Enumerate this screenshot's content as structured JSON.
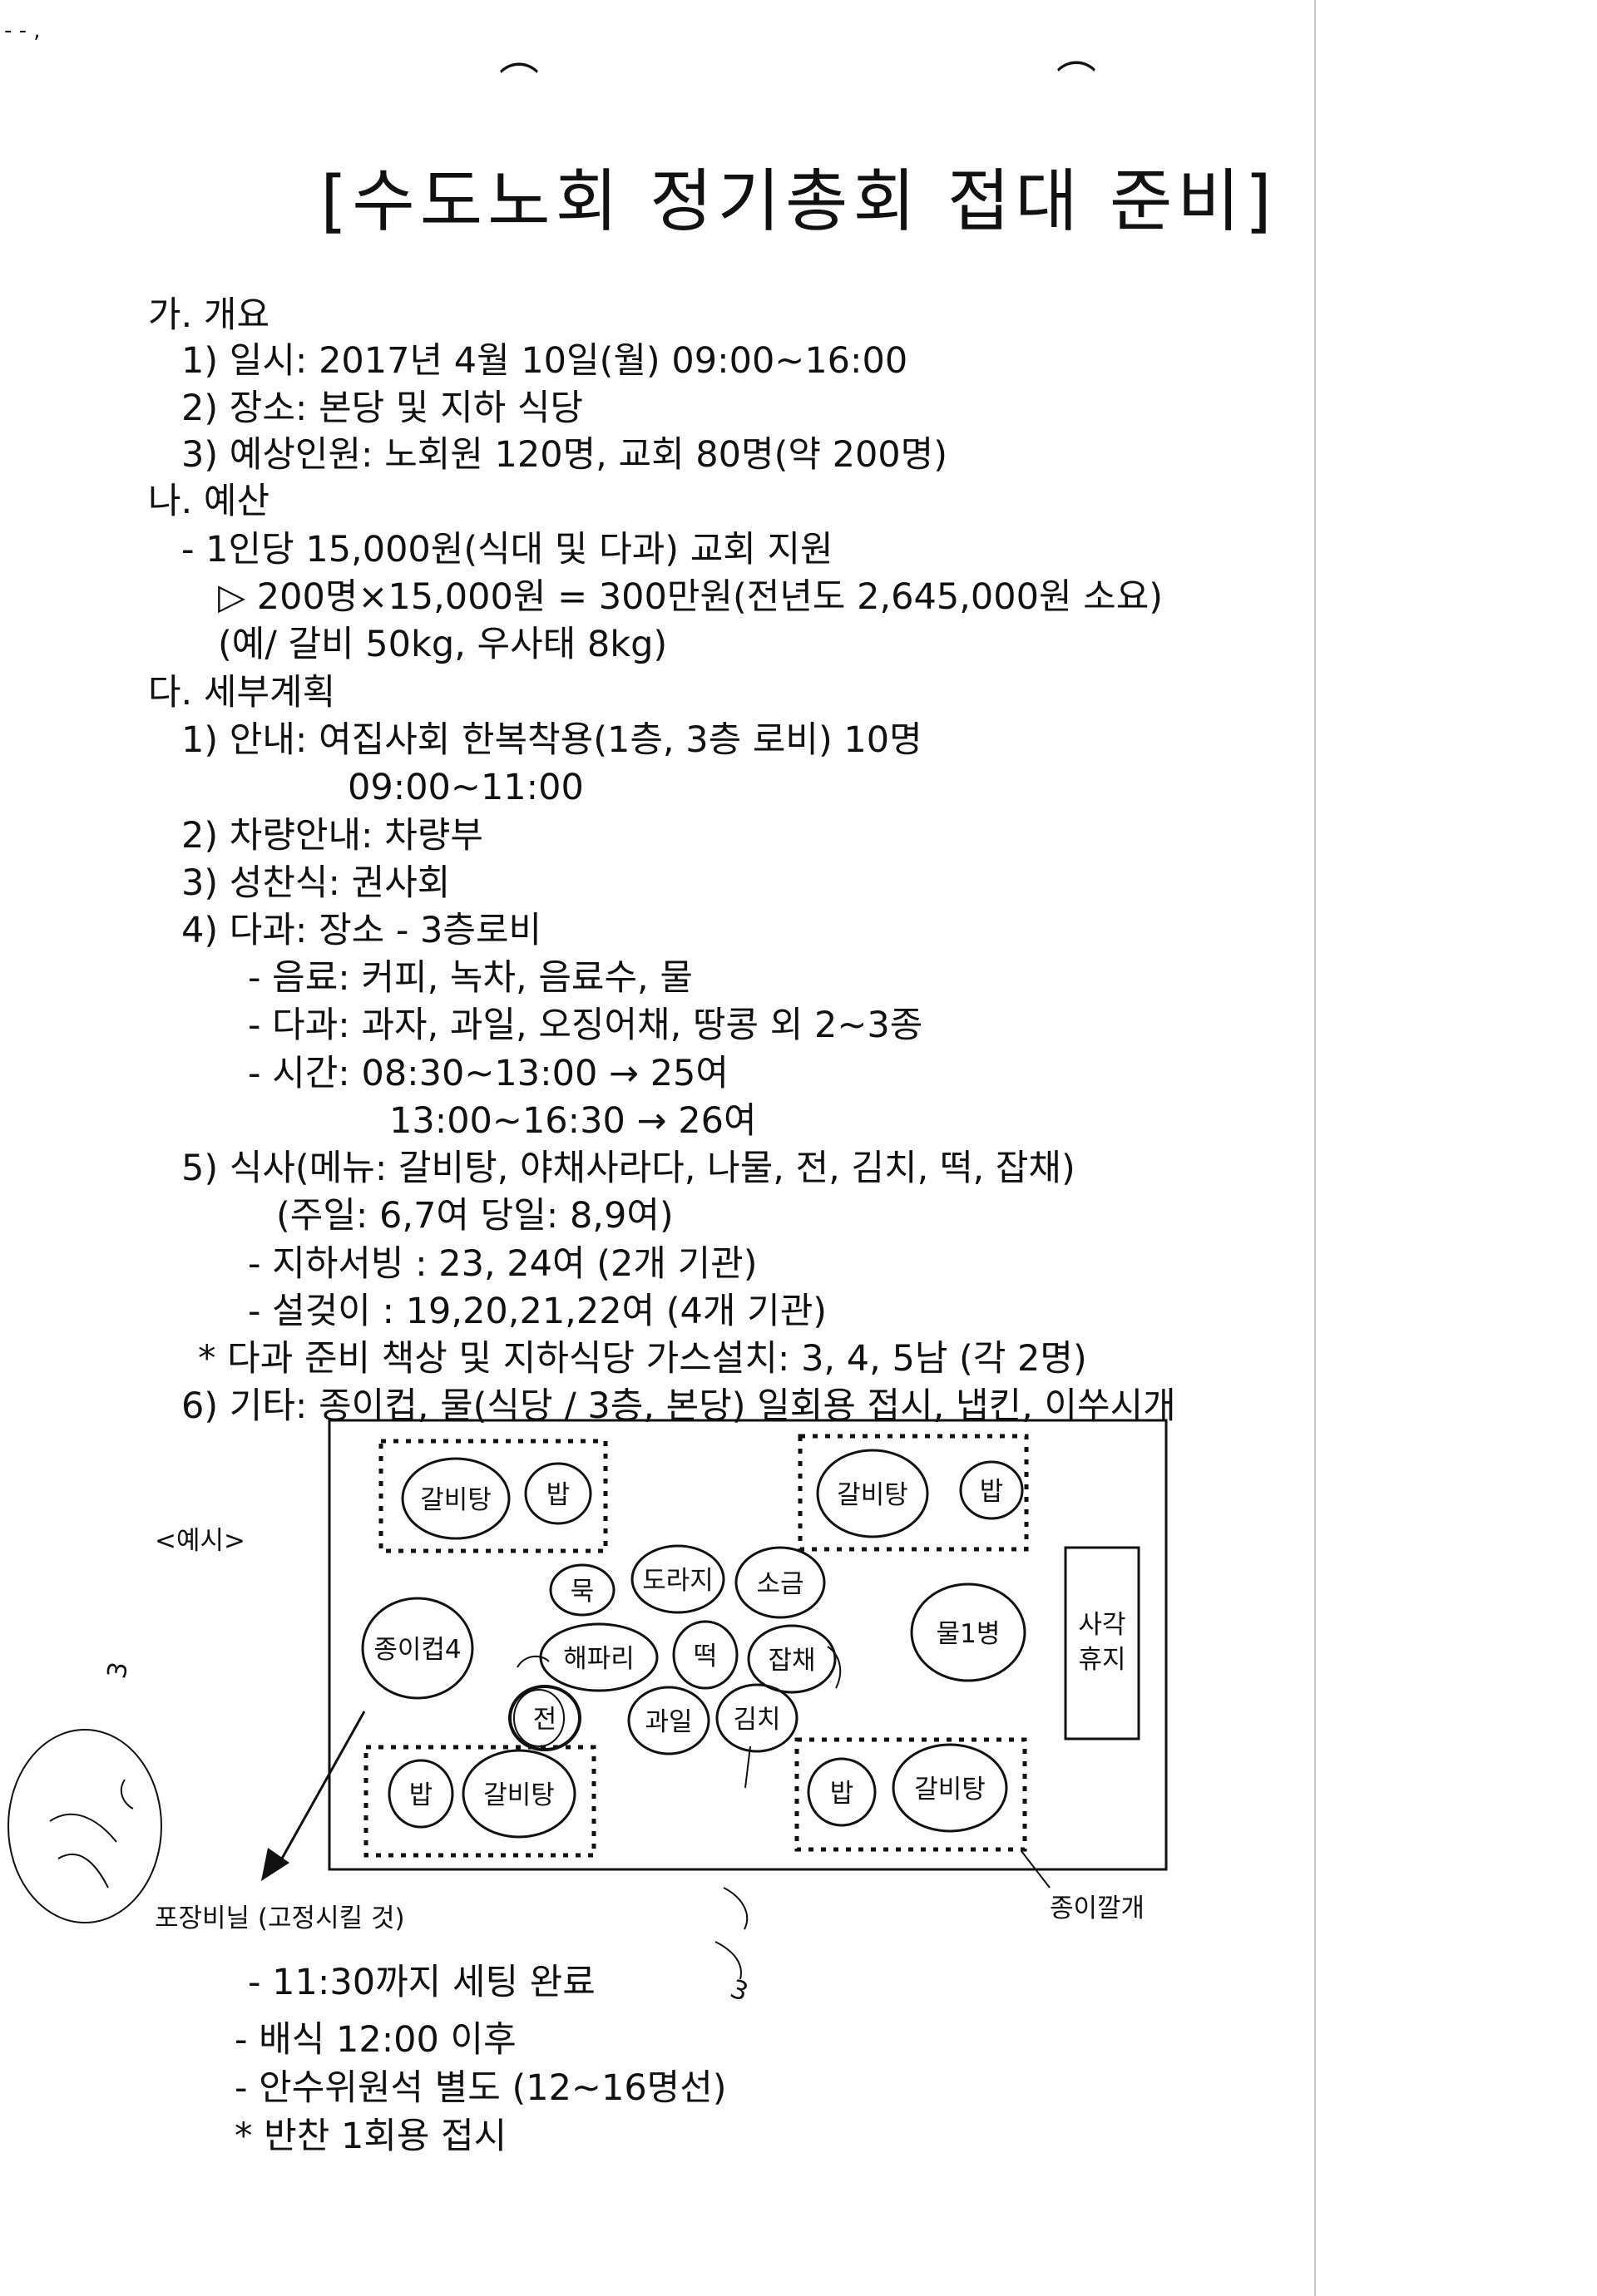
{
  "title": "[수도노회 정기총회 접대 준비]",
  "sections": {
    "overview_head": "가. 개요",
    "date": "1) 일시: 2017년 4월 10일(월) 09:00~16:00",
    "place": "2) 장소: 본당 및 지하 식당",
    "attendees": "3) 예상인원: 노회원 120명, 교회 80명(약 200명)",
    "budget_head": "나. 예산",
    "budget_1": "- 1인당 15,000원(식대 및 다과) 교회 지원",
    "budget_2": "▷ 200명×15,000원 = 300만원(전년도 2,645,000원 소요)",
    "budget_3": "(예/ 갈비 50kg, 우사태 8kg)",
    "plan_head": "다. 세부계획",
    "guide": "1) 안내: 여집사회 한복착용(1층, 3층 로비) 10명",
    "guide_time": "09:00~11:00",
    "vehicle": "2) 차량안내: 차량부",
    "choir": "3) 성찬식: 권사회",
    "snack": "4) 다과: 장소 - 3층로비",
    "drinks": "- 음료: 커피, 녹차, 음료수, 물",
    "snacks": "- 다과: 과자, 과일, 오징어채, 땅콩 외 2~3종",
    "time_1": "- 시간: 08:30~13:00  → 25여",
    "time_2": "13:00~16:30  → 26여",
    "meal": "5) 식사(메뉴: 갈비탕, 야채사라다, 나물, 전, 김치, 떡, 잡채)",
    "meal_days": "(주일: 6,7여 당일: 8,9여)",
    "serving": "- 지하서빙 : 23, 24여 (2개 기관)",
    "dishes": "- 설겆이 : 19,20,21,22여 (4개 기관)",
    "note_1": "* 다과 준비 책상 및 지하식당 가스설치: 3, 4, 5남 (각 2명)",
    "etc": "6) 기타: 종이컵, 물(식당 / 3층, 본당) 일회용 접시, 냅킨, 이쑤시개",
    "example": "<예시>",
    "vinyl": "포장비닐 (고정시킬 것)",
    "mat": "종이깔개",
    "setting": "- 11:30까지 세팅 완료",
    "distribute": "- 배식 12:00 이후",
    "seats": "- 안수위원석 별도 (12~16명선)",
    "note_2": "* 반찬 1회용 접시"
  },
  "diagram": {
    "galbitang": "갈비탕",
    "rice": "밥",
    "doraji": "도라지",
    "muk": "묵",
    "salt": "소금",
    "cup": "종이컵4",
    "jellyfish": "해파리",
    "tteok": "떡",
    "japchae": "잡채",
    "water": "물1병",
    "jeon": "전",
    "fruit": "과일",
    "kimchi": "김치",
    "tissue_1": "사각",
    "tissue_2": "휴지"
  },
  "handwriting": {
    "mark_1": "3",
    "mark_2": "3"
  }
}
